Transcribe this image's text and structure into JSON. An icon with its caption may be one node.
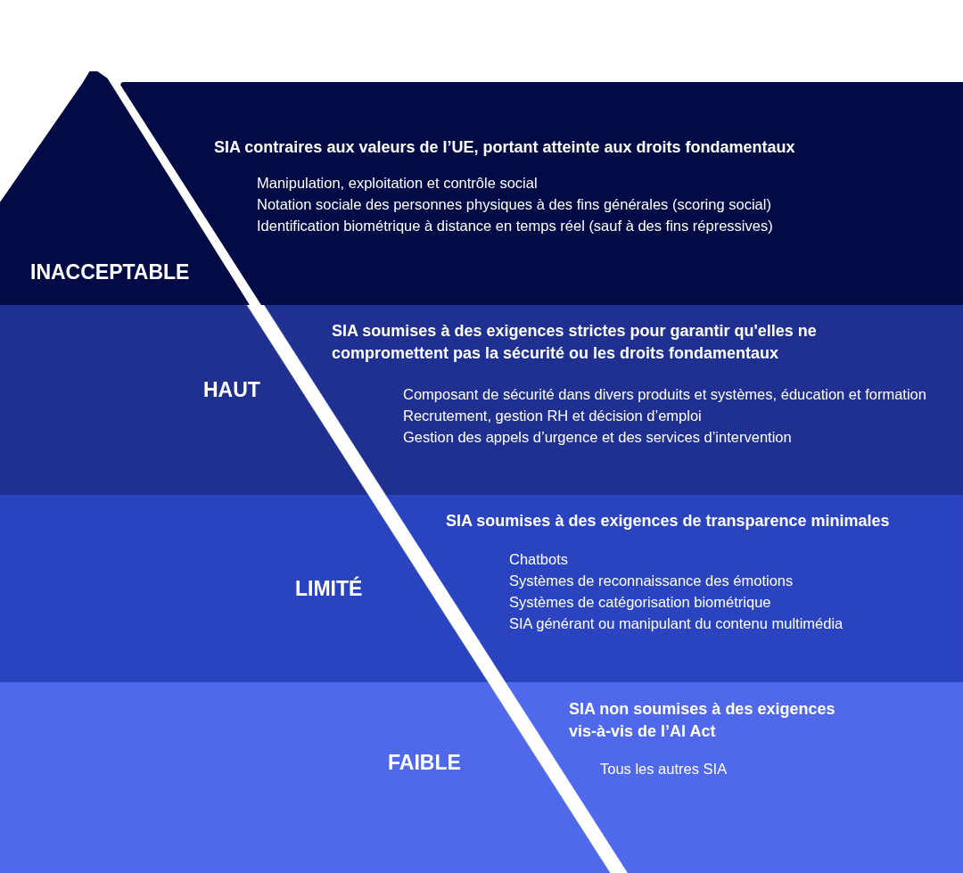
{
  "diagram": {
    "nodes": [
      {
        "text": [
          "INACCEPTABLE",
          "SIA contraires aux valeurs de l’UE, portant atteinte aux droits fondamentaux",
          "Manipulation, exploitation et contrôle social",
          "Notation sociale des personnes physiques à des fins générales (scoring social)",
          "Identification biométrique à distance en temps réel (sauf à des fins répressives)"
        ]
      },
      {
        "text": [
          "HAUT",
          "SIA soumises à des exigences strictes pour garantir qu'elles ne compromettent pas la sécurité ou les droits fondamentaux",
          "Composant de sécurité dans divers produits et systèmes, éducation et formation",
          "Recrutement, gestion RH et décision d’emploi",
          "Gestion des appels d’urgence et des services d’intervention"
        ]
      },
      {
        "text": [
          "LIMITÉ",
          "SIA soumises à des exigences de transparence minimales",
          "Chatbots",
          "Systèmes de reconnaissance des émotions",
          "Systèmes de catégorisation biométrique",
          "SIA générant ou manipulant du contenu multimédia"
        ]
      },
      {
        "text": [
          "FAIBLE",
          "SIA non soumises à des exigences vis-à-vis de l’AI Act",
          "Tous les autres SIA"
        ]
      }
    ],
    "edges": []
  }
}
